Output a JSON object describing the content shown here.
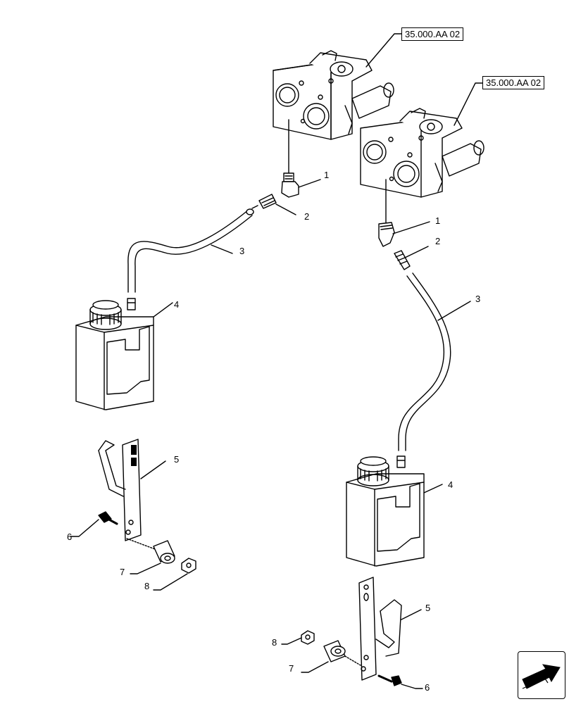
{
  "references": {
    "upper_valve": "35.000.AA 02",
    "lower_valve": "35.000.AA 02"
  },
  "callouts": {
    "left": {
      "fitting_elbow": "1",
      "adapter": "2",
      "hose": "3",
      "reservoir": "4",
      "bracket": "5",
      "bolt": "6",
      "spacer": "7",
      "nut": "8"
    },
    "right": {
      "fitting_elbow": "1",
      "adapter": "2",
      "hose": "3",
      "reservoir": "4",
      "bracket": "5",
      "bolt": "6",
      "spacer": "7",
      "nut": "8"
    }
  },
  "icons": {
    "navigation": "next-page-arrow-icon"
  }
}
